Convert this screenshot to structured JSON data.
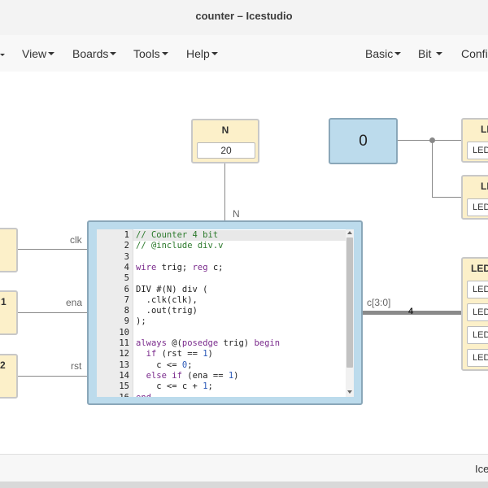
{
  "window": {
    "title": "counter – Icestudio"
  },
  "menu": {
    "left": [
      "View",
      "Boards",
      "Tools",
      "Help"
    ],
    "right": [
      "Basic",
      "Bit",
      "Config"
    ]
  },
  "blocks": {
    "n_constant": {
      "title": "N",
      "value": "20"
    },
    "constant_value": "0",
    "led_top_a": {
      "title": "LE",
      "field": "LED"
    },
    "led_top_b": {
      "title": "LE",
      "field": "LED"
    },
    "led_group": {
      "title": "LED",
      "fields": [
        "LED",
        "LED",
        "LED",
        "LED"
      ]
    },
    "input_clk": {
      "title": ""
    },
    "input_ena": {
      "title": "1"
    },
    "input_rst": {
      "title": "2"
    }
  },
  "ports": {
    "n": "N",
    "clk": "clk",
    "ena": "ena",
    "rst": "rst",
    "out": "c[3:0]",
    "bus_size": "4"
  },
  "editor": {
    "line_numbers": [
      "1",
      "2",
      "3",
      "4",
      "5",
      "6",
      "7",
      "8",
      "9",
      "10",
      "11",
      "12",
      "13",
      "14",
      "15",
      "16"
    ],
    "lines": [
      [
        {
          "t": "// Counter 4 bit",
          "c": "comment"
        }
      ],
      [
        {
          "t": "// @include div.v",
          "c": "comment"
        }
      ],
      [],
      [
        {
          "t": "wire",
          "c": "keyword"
        },
        {
          "t": " trig; ",
          "c": "plain"
        },
        {
          "t": "reg",
          "c": "keyword"
        },
        {
          "t": " c;",
          "c": "plain"
        }
      ],
      [],
      [
        {
          "t": "DIV #(N) div (",
          "c": "plain"
        }
      ],
      [
        {
          "t": "  .clk(clk),",
          "c": "plain"
        }
      ],
      [
        {
          "t": "  .out(trig)",
          "c": "plain"
        }
      ],
      [
        {
          "t": ");",
          "c": "plain"
        }
      ],
      [],
      [
        {
          "t": "always",
          "c": "keyword"
        },
        {
          "t": " @(",
          "c": "plain"
        },
        {
          "t": "posedge",
          "c": "keyword"
        },
        {
          "t": " trig) ",
          "c": "plain"
        },
        {
          "t": "begin",
          "c": "keyword"
        }
      ],
      [
        {
          "t": "  ",
          "c": "plain"
        },
        {
          "t": "if",
          "c": "keyword"
        },
        {
          "t": " (rst == ",
          "c": "plain"
        },
        {
          "t": "1",
          "c": "number"
        },
        {
          "t": ")",
          "c": "plain"
        }
      ],
      [
        {
          "t": "    c <= ",
          "c": "plain"
        },
        {
          "t": "0",
          "c": "number"
        },
        {
          "t": ";",
          "c": "plain"
        }
      ],
      [
        {
          "t": "  ",
          "c": "plain"
        },
        {
          "t": "else",
          "c": "keyword"
        },
        {
          "t": " ",
          "c": "plain"
        },
        {
          "t": "if",
          "c": "keyword"
        },
        {
          "t": " (ena == ",
          "c": "plain"
        },
        {
          "t": "1",
          "c": "number"
        },
        {
          "t": ")",
          "c": "plain"
        }
      ],
      [
        {
          "t": "    c <= c + ",
          "c": "plain"
        },
        {
          "t": "1",
          "c": "number"
        },
        {
          "t": ";",
          "c": "plain"
        }
      ],
      [
        {
          "t": "end",
          "c": "keyword"
        }
      ]
    ]
  },
  "status": {
    "right": "Ice"
  }
}
